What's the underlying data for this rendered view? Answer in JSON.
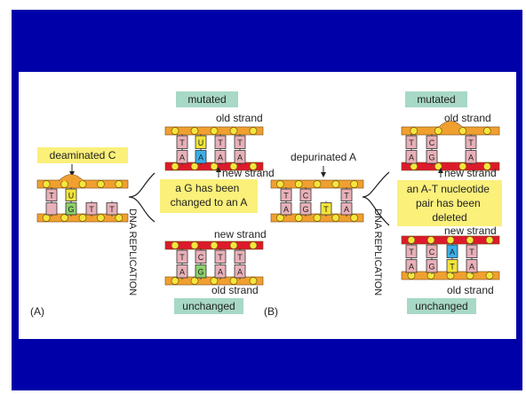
{
  "colors": {
    "frame": "#0000a8",
    "strand_old": "#f0a030",
    "strand_new": "#dd1a2c",
    "backbone_node": "#f5e63c",
    "label_fill": "#faf07a",
    "tab_fill": "#a8d8c6",
    "base_pink": "#e8b0b8",
    "base_green": "#8ccf6a",
    "base_yellow": "#f2e43a",
    "base_blue": "#3aaee8"
  },
  "panel_a": {
    "panel_label": "(A)",
    "input_label": "deaminated C",
    "input_bases": {
      "top": [
        "",
        "U",
        "",
        ""
      ],
      "bottom": [
        "",
        "G",
        "T",
        "T"
      ]
    },
    "process_label": "DNA REPLICATION",
    "top": {
      "tab": "mutated",
      "old_label": "old strand",
      "new_label": "new strand",
      "note": "a G has been changed to an A",
      "bases_old": [
        "T",
        "U",
        "T",
        "T"
      ],
      "bases_new": [
        "A",
        "A",
        "A",
        "A"
      ]
    },
    "bottom": {
      "tab": "unchanged",
      "old_label": "old strand",
      "new_label": "new strand",
      "bases_new": [
        "T",
        "C",
        "T",
        "T"
      ],
      "bases_old": [
        "A",
        "G",
        "A",
        "A"
      ]
    }
  },
  "panel_b": {
    "panel_label": "(B)",
    "input_label": "depurinated A",
    "input_bases": {
      "top": [
        "T",
        "C",
        "",
        "T"
      ],
      "bottom": [
        "A",
        "G",
        "T",
        "A"
      ]
    },
    "process_label": "DNA REPLICATION",
    "top": {
      "tab": "mutated",
      "old_label": "old strand",
      "new_label": "new strand",
      "note": "an A-T nucleotide pair has been deleted",
      "bases_old": [
        "T",
        "C",
        "T"
      ],
      "bases_new": [
        "A",
        "G",
        "A"
      ]
    },
    "bottom": {
      "tab": "unchanged",
      "old_label": "old strand",
      "new_label": "new strand",
      "bases_new": [
        "T",
        "C",
        "A",
        "T"
      ],
      "bases_old": [
        "A",
        "G",
        "T",
        "A"
      ]
    }
  }
}
